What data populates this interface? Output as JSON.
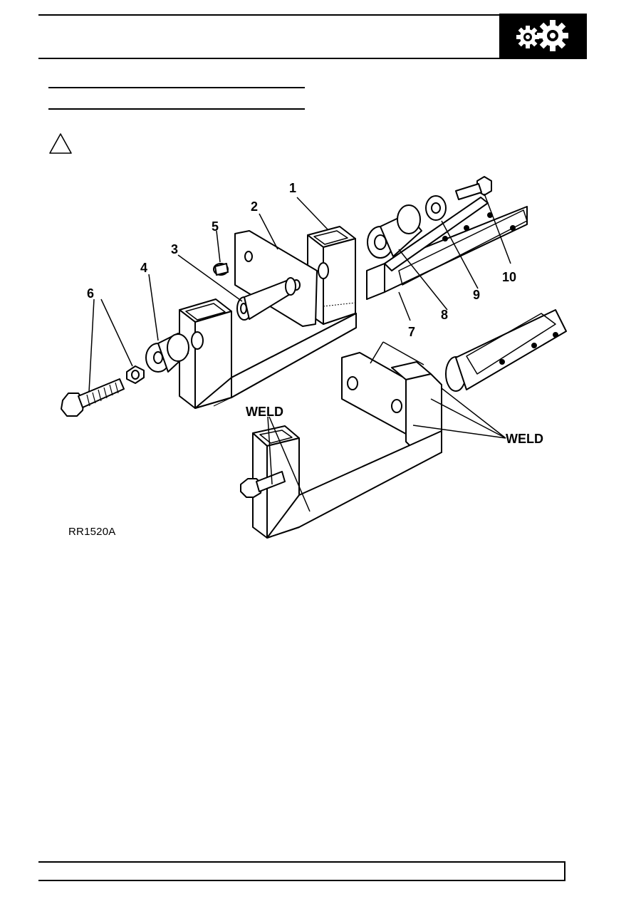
{
  "header": {
    "icon": "gears-icon"
  },
  "warning": {
    "icon": "warning-triangle-icon"
  },
  "figure": {
    "callouts": [
      "1",
      "2",
      "3",
      "4",
      "5",
      "6",
      "7",
      "8",
      "9",
      "10"
    ],
    "weld_label_left": "WELD",
    "weld_label_right": "WELD",
    "code": "RR1520A"
  }
}
